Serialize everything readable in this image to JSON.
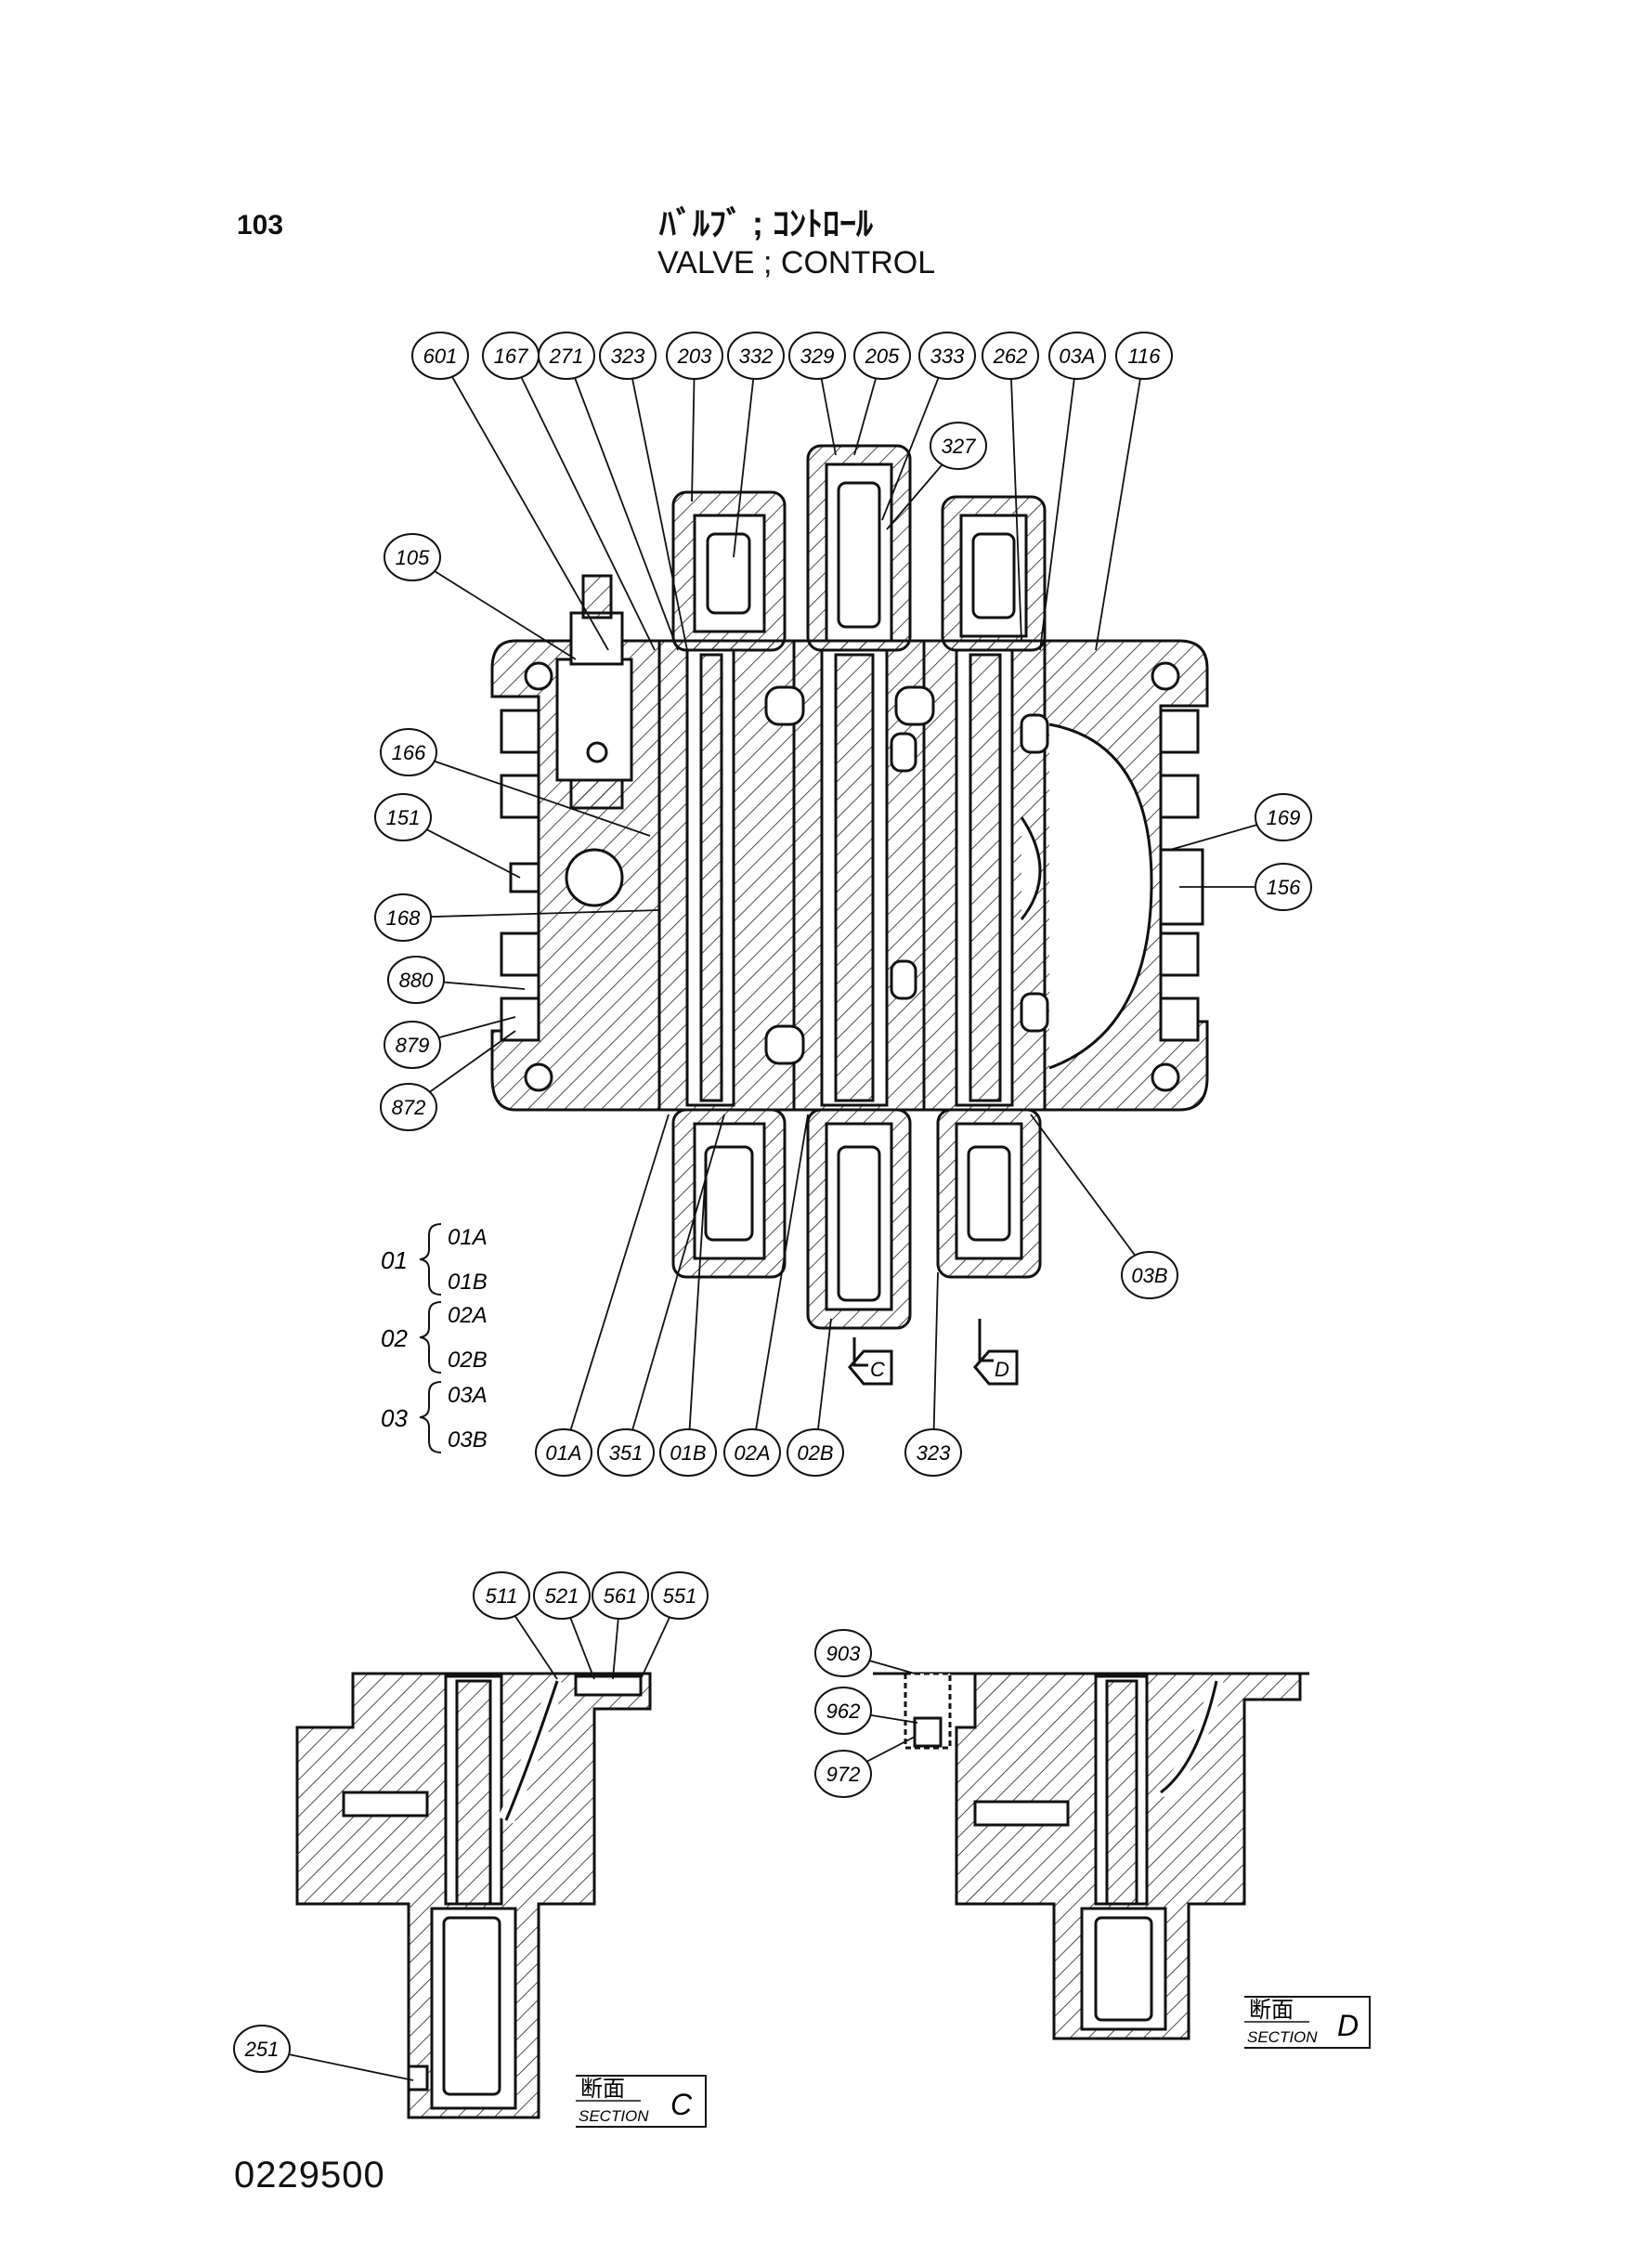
{
  "header": {
    "figure_number": "103",
    "title_jp": "ﾊﾞﾙﾌﾞ ; ｺﾝﾄﾛｰﾙ",
    "title_en": "VALVE ; CONTROL"
  },
  "footer": {
    "drawing_number": "0229500"
  },
  "legend": [
    {
      "group": "01",
      "parts": [
        "01A",
        "01B"
      ]
    },
    {
      "group": "02",
      "parts": [
        "02A",
        "02B"
      ]
    },
    {
      "group": "03",
      "parts": [
        "03A",
        "03B"
      ]
    }
  ],
  "callouts_main": [
    "601",
    "167",
    "271",
    "323",
    "203",
    "332",
    "329",
    "205",
    "333",
    "262",
    "03A",
    "116",
    "327",
    "105",
    "166",
    "151",
    "168",
    "880",
    "879",
    "872",
    "169",
    "156",
    "03B",
    "01A",
    "351",
    "01B",
    "02A",
    "02B",
    "323"
  ],
  "section_arrows": [
    "C",
    "D"
  ],
  "callouts_section_c": [
    "511",
    "521",
    "561",
    "551",
    "251"
  ],
  "callouts_section_d": [
    "903",
    "962",
    "972"
  ],
  "section_labels": [
    {
      "jp": "断面",
      "en": "SECTION",
      "letter": "C"
    },
    {
      "jp": "断面",
      "en": "SECTION",
      "letter": "D"
    }
  ]
}
